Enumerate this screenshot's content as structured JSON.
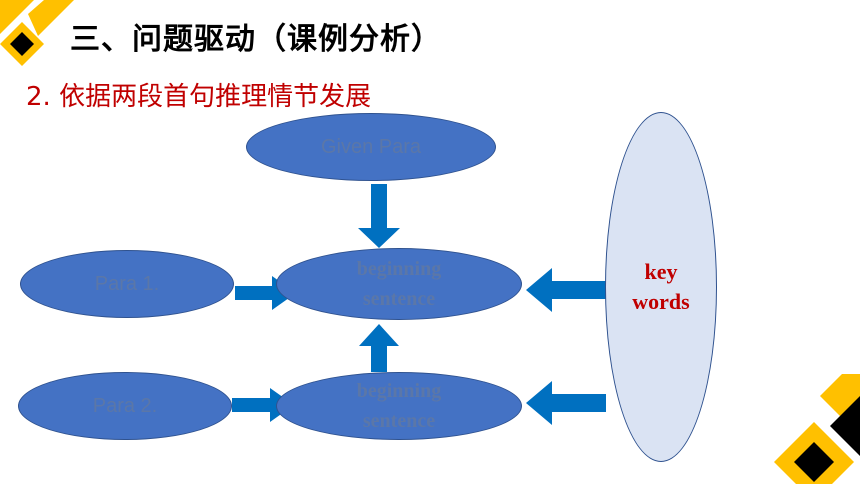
{
  "header": {
    "title": "三、问题驱动（课例分析）",
    "subtitle": "2.  依据两段首句推理情节发展"
  },
  "diagram": {
    "given_para": "Given  Para",
    "para1": "Para 1.",
    "para2": "Para 2.",
    "beginning1": [
      "beginning",
      "sentence"
    ],
    "beginning2": [
      "beginning",
      "sentence"
    ],
    "keywords": [
      "key",
      "words"
    ]
  },
  "colors": {
    "ellipse_fill": "#4472c4",
    "arrow": "#0070c0",
    "keywords_fill": "#dae3f3",
    "accent_red": "#c00000",
    "deco_yellow": "#ffc000"
  }
}
